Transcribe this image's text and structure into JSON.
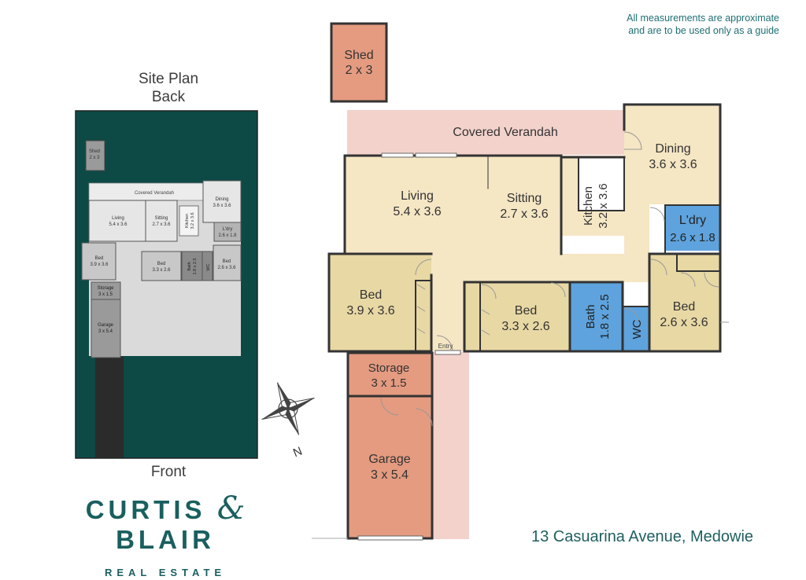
{
  "disclaimer": [
    "All measurements are approximate",
    "and are to be used only as a guide"
  ],
  "site_plan": {
    "title": [
      "Site Plan",
      "Back"
    ],
    "front": "Front",
    "rooms": [
      {
        "name": "Shed",
        "size": "2 x 3"
      },
      {
        "name": "Covered Verandah",
        "size": ""
      },
      {
        "name": "Dining",
        "size": "3.6 x 3.6"
      },
      {
        "name": "Living",
        "size": "5.4 x 3.6"
      },
      {
        "name": "Sitting",
        "size": "2.7 x 3.6"
      },
      {
        "name": "Kitchen",
        "size": "3.2 x 3.6"
      },
      {
        "name": "L'dry",
        "size": "2.6 x 1.8"
      },
      {
        "name": "Bed",
        "size": "3.9 x 3.6"
      },
      {
        "name": "Bed",
        "size": "3.3 x 2.6"
      },
      {
        "name": "Bath",
        "size": "1.8 x 2.5"
      },
      {
        "name": "WC",
        "size": ""
      },
      {
        "name": "Bed",
        "size": "2.6 x 3.6"
      },
      {
        "name": "Storage",
        "size": "3 x 1.5"
      },
      {
        "name": "Garage",
        "size": "3 x 5.4"
      }
    ]
  },
  "floor_plan": {
    "shed": {
      "name": "Shed",
      "size": "2 x 3"
    },
    "verandah": {
      "name": "Covered Verandah"
    },
    "dining": {
      "name": "Dining",
      "size": "3.6 x 3.6"
    },
    "living": {
      "name": "Living",
      "size": "5.4 x 3.6"
    },
    "sitting": {
      "name": "Sitting",
      "size": "2.7 x 3.6"
    },
    "kitchen": {
      "name": "Kitchen",
      "size": "3.2 x 3.6"
    },
    "laundry": {
      "name": "L'dry",
      "size": "2.6 x 1.8"
    },
    "bed1": {
      "name": "Bed",
      "size": "3.9 x 3.6"
    },
    "bed2": {
      "name": "Bed",
      "size": "3.3 x 2.6"
    },
    "bath": {
      "name": "Bath",
      "size": "1.8 x 2.5"
    },
    "wc": {
      "name": "WC"
    },
    "bed3": {
      "name": "Bed",
      "size": "2.6 x 3.6"
    },
    "entry": "Entry",
    "storage": {
      "name": "Storage",
      "size": "3 x 1.5"
    },
    "garage": {
      "name": "Garage",
      "size": "3 x 5.4"
    }
  },
  "compass": {
    "label": "N"
  },
  "brand": {
    "line1a": "CURTIS",
    "amp": "&",
    "line1b": "BLAIR",
    "line2": "REAL ESTATE"
  },
  "address": "13 Casuarina Avenue, Medowie",
  "colors": {
    "site_bg": "#0d4a46",
    "living": "#f5e6c4",
    "bed": "#e8d8a4",
    "wet": "#5ea3dd",
    "garage": "#e49b80",
    "verandah": "#f3d2cc",
    "walls": "#333333",
    "brand": "#1a5f5f"
  }
}
